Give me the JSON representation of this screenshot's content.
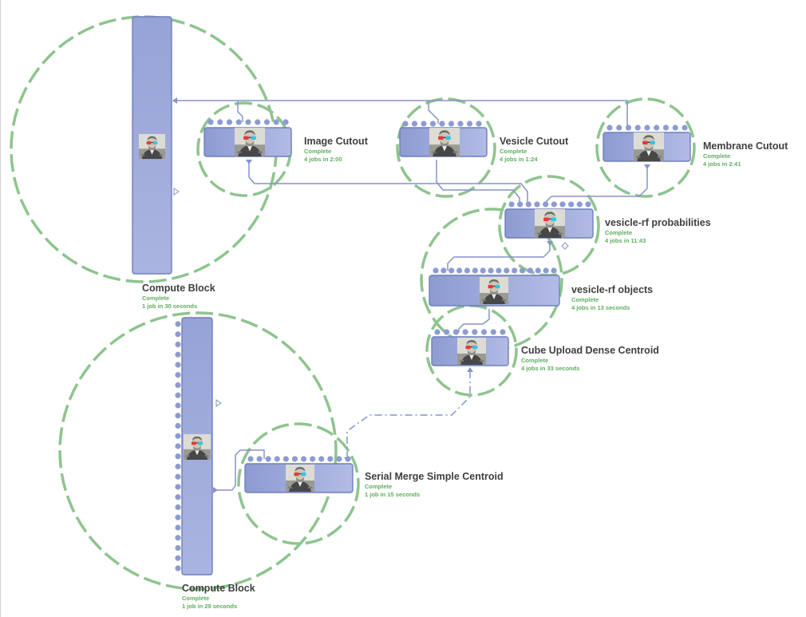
{
  "colors": {
    "ring": "#8ec48e",
    "block_fill_start": "#8d9bd1",
    "block_fill_end": "#b2bbe4",
    "block_stroke": "#6f7fbd",
    "port": "#8d9bd1",
    "connector": "#8593c8",
    "title_text": "#3f3f3f",
    "status_text": "#5fae5f"
  },
  "icons": {
    "module": "glasses-portrait-icon",
    "collapse": "triangle-right-icon"
  },
  "nodes": [
    {
      "id": "compute-block-1",
      "title": "Compute Block",
      "status": "Complete",
      "jobs": "1 job in 30 seconds"
    },
    {
      "id": "image-cutout",
      "title": "Image Cutout",
      "status": "Complete",
      "jobs": "4 jobs in 2:00"
    },
    {
      "id": "vesicle-cutout",
      "title": "Vesicle Cutout",
      "status": "Complete",
      "jobs": "4 jobs in 1:24"
    },
    {
      "id": "membrane-cutout",
      "title": "Membrane Cutout",
      "status": "Complete",
      "jobs": "4 jobs in 2:41"
    },
    {
      "id": "vesicle-rf-probabilities",
      "title": "vesicle-rf probabilities",
      "status": "Complete",
      "jobs": "4 jobs in 11:43"
    },
    {
      "id": "vesicle-rf-objects",
      "title": "vesicle-rf objects",
      "status": "Complete",
      "jobs": "4 jobs in 13 seconds"
    },
    {
      "id": "cube-upload-dense-centroid",
      "title": "Cube Upload Dense Centroid",
      "status": "Complete",
      "jobs": "4 jobs in 33 seconds"
    },
    {
      "id": "serial-merge-simple-centroid",
      "title": "Serial Merge Simple Centroid",
      "status": "Complete",
      "jobs": "1 job in 15 seconds"
    },
    {
      "id": "compute-block-2",
      "title": "Compute Block",
      "status": "Complete",
      "jobs": "1 job in 29 seconds"
    }
  ]
}
